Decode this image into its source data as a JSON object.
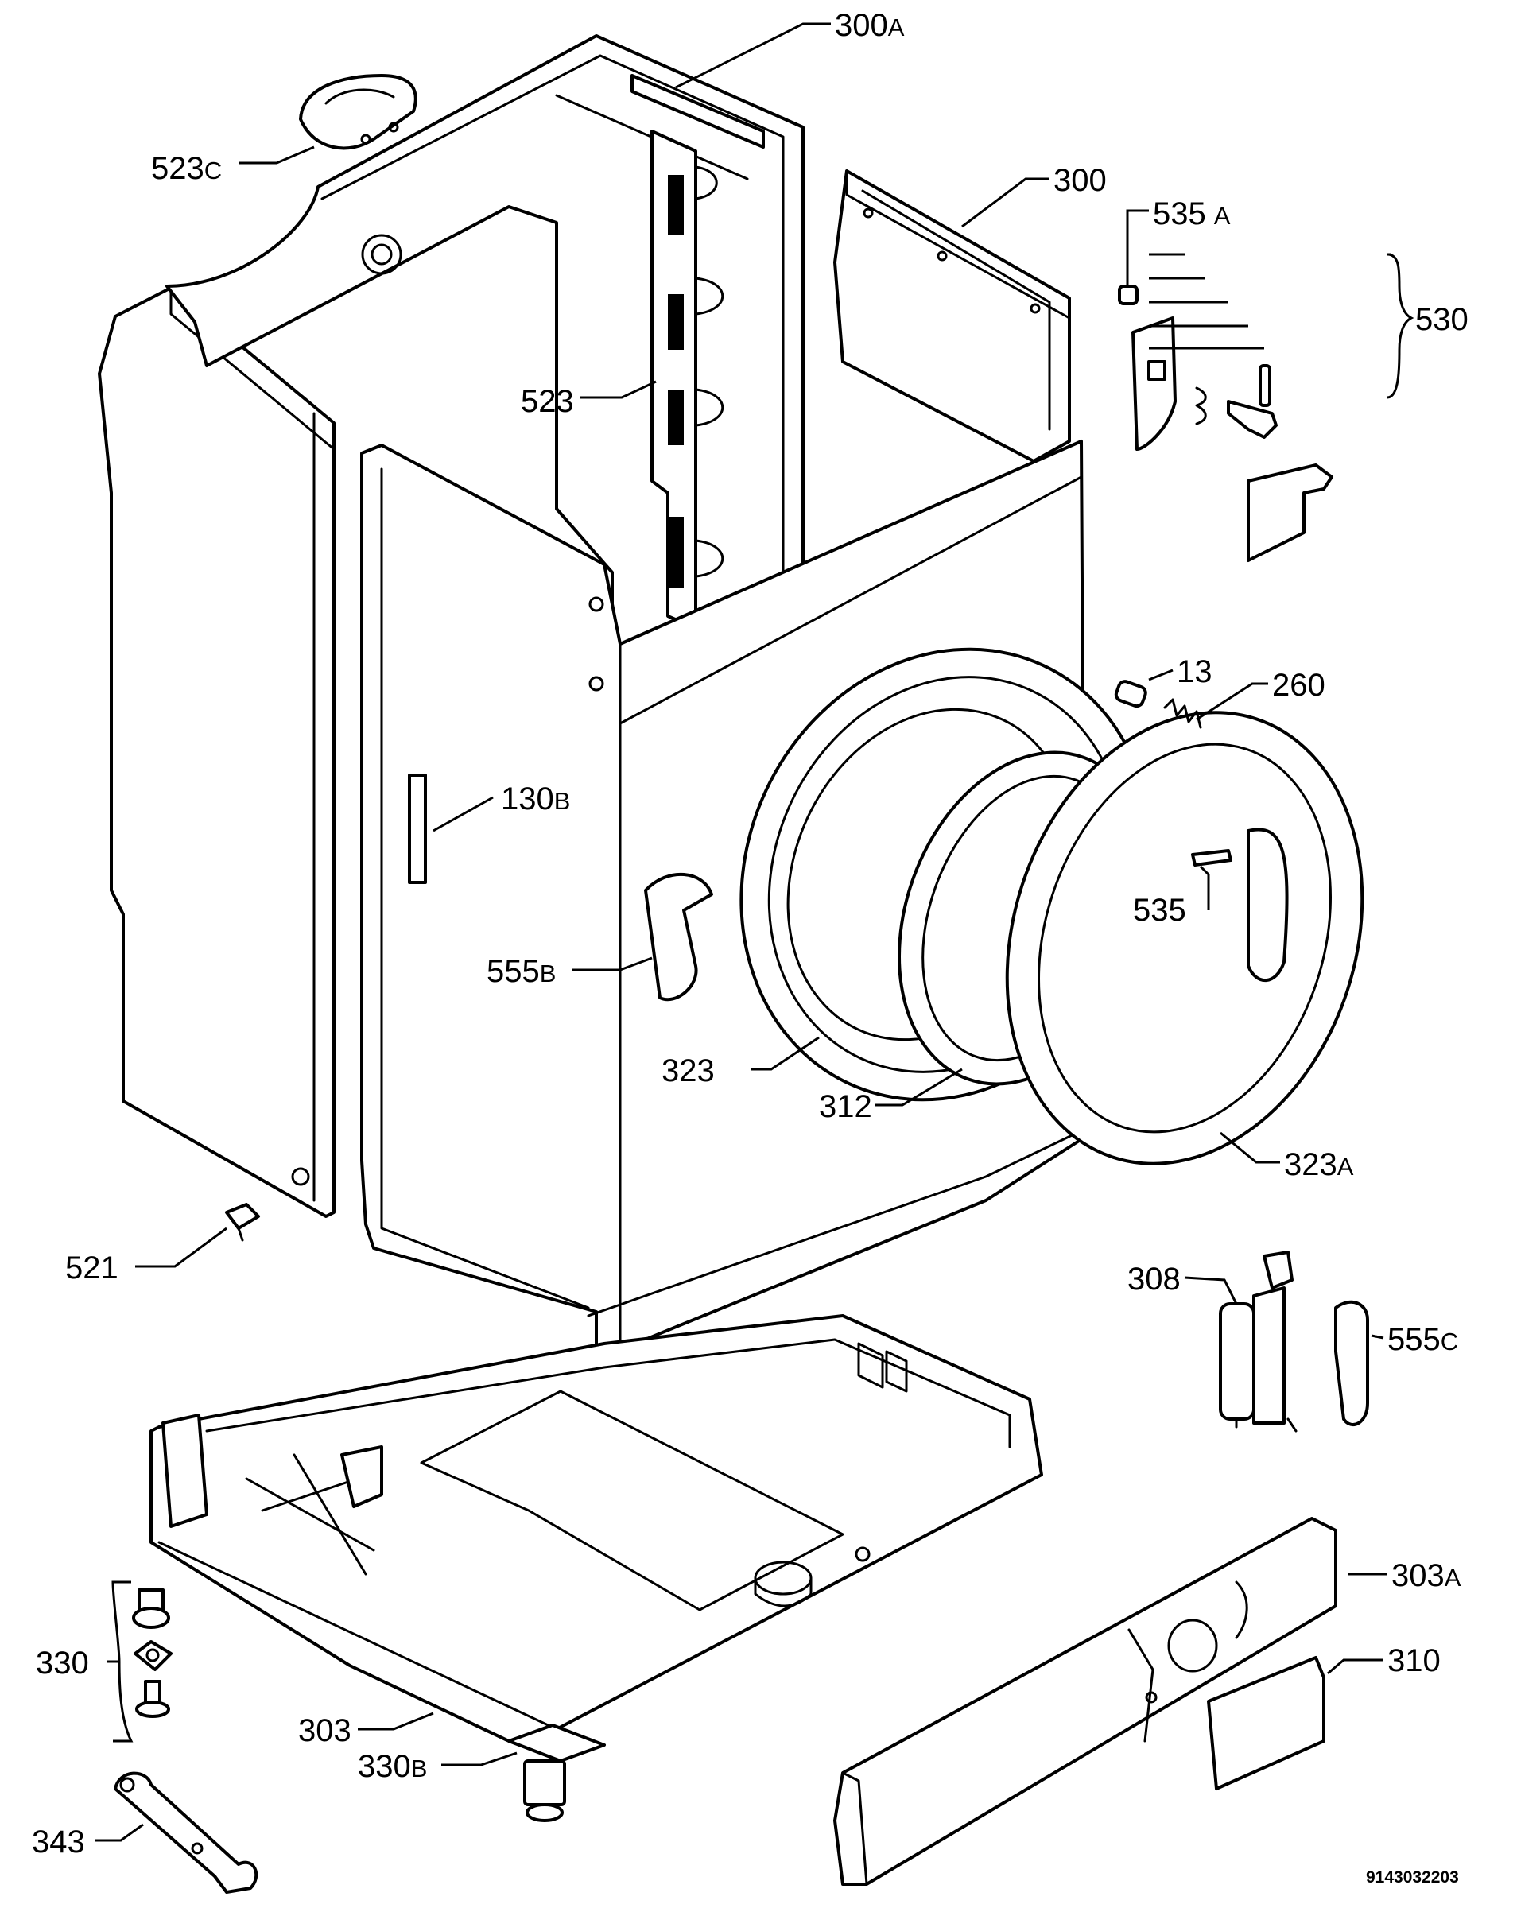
{
  "labels": {
    "l300a": {
      "num": "300",
      "suffix": "A"
    },
    "l523c": {
      "num": "523",
      "suffix": "C"
    },
    "l300": {
      "num": "300",
      "suffix": ""
    },
    "l535a": {
      "num": "535",
      "suffix": "A"
    },
    "l530": {
      "num": "530",
      "suffix": ""
    },
    "l523": {
      "num": "523",
      "suffix": ""
    },
    "l13": {
      "num": "13",
      "suffix": ""
    },
    "l260": {
      "num": "260",
      "suffix": ""
    },
    "l130b": {
      "num": "130",
      "suffix": "B"
    },
    "l535": {
      "num": "535",
      "suffix": ""
    },
    "l555b": {
      "num": "555",
      "suffix": "B"
    },
    "l323": {
      "num": "323",
      "suffix": ""
    },
    "l312": {
      "num": "312",
      "suffix": ""
    },
    "l323a": {
      "num": "323",
      "suffix": "A"
    },
    "l521": {
      "num": "521",
      "suffix": ""
    },
    "l308": {
      "num": "308",
      "suffix": ""
    },
    "l555c": {
      "num": "555",
      "suffix": "C"
    },
    "l303a": {
      "num": "303",
      "suffix": "A"
    },
    "l310": {
      "num": "310",
      "suffix": ""
    },
    "l330": {
      "num": "330",
      "suffix": ""
    },
    "l303": {
      "num": "303",
      "suffix": ""
    },
    "l330b": {
      "num": "330",
      "suffix": "B"
    },
    "l343": {
      "num": "343",
      "suffix": ""
    }
  },
  "drawing_code": "9143032203"
}
